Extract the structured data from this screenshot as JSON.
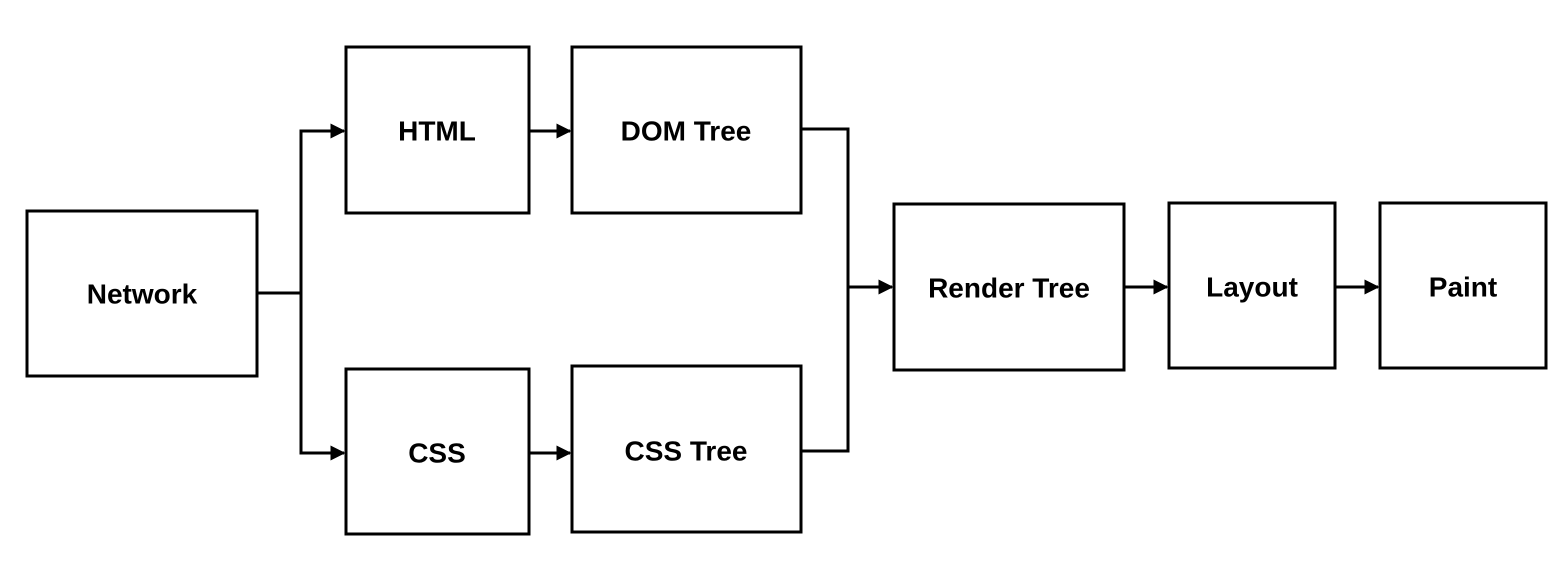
{
  "nodes": {
    "network": "Network",
    "html": "HTML",
    "dom_tree": "DOM Tree",
    "css": "CSS",
    "css_tree": "CSS Tree",
    "render_tree": "Render Tree",
    "layout": "Layout",
    "paint": "Paint"
  }
}
